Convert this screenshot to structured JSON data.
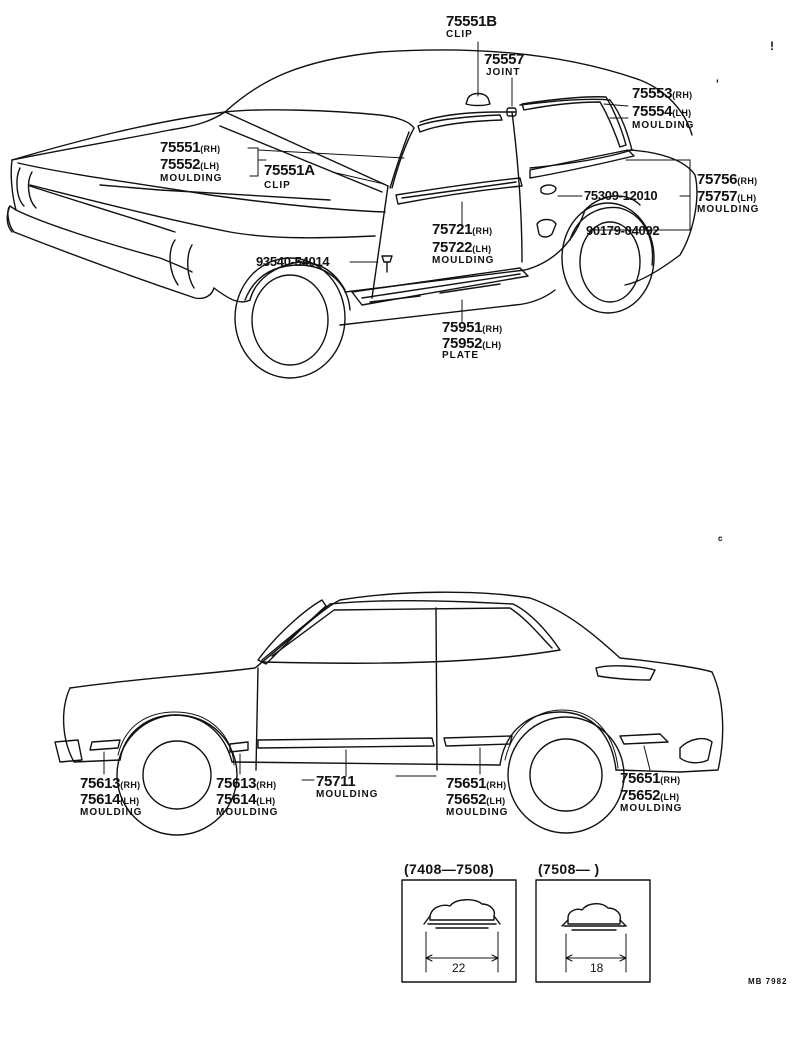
{
  "diagram_code": "MB 7982",
  "top_view": {
    "labels": {
      "p75551b": "75551B",
      "clip1": "CLIP",
      "p75557": "75557",
      "joint": "JOINT",
      "p75553": "75553",
      "p75554": "75554",
      "moulding1": "MOULDING",
      "p75551": "75551",
      "p75552": "75552",
      "moulding2": "MOULDING",
      "p75551a": "75551A",
      "clip2": "CLIP",
      "p75756": "75756",
      "p75757": "75757",
      "moulding3": "MOULDING",
      "p75309": "75309-12010",
      "p90179": "90179-04092",
      "p75721": "75721",
      "p75722": "75722",
      "moulding4": "MOULDING",
      "p93540": "93540-54014",
      "p75951": "75951",
      "p75952": "75952",
      "plate": "PLATE"
    }
  },
  "side_view": {
    "labels": {
      "p75613a": "75613",
      "p75614a": "75614",
      "moulding_a": "MOULDING",
      "p75613b": "75613",
      "p75614b": "75614",
      "moulding_b": "MOULDING",
      "p75711": "75711",
      "moulding_c": "MOULDING",
      "p75651a": "75651",
      "p75652a": "75652",
      "moulding_d": "MOULDING",
      "p75651b": "75651",
      "p75652b": "75652",
      "moulding_e": "MOULDING"
    }
  },
  "side_suffix": {
    "rh": "(RH)",
    "lh": "(LH)"
  },
  "sections": [
    {
      "range": "(7408—7508)",
      "width": "22"
    },
    {
      "range": "(7508—        )",
      "width": "18"
    }
  ],
  "marks": {
    "m1": "!",
    "m2": "'",
    "m3": "ᶜ"
  }
}
